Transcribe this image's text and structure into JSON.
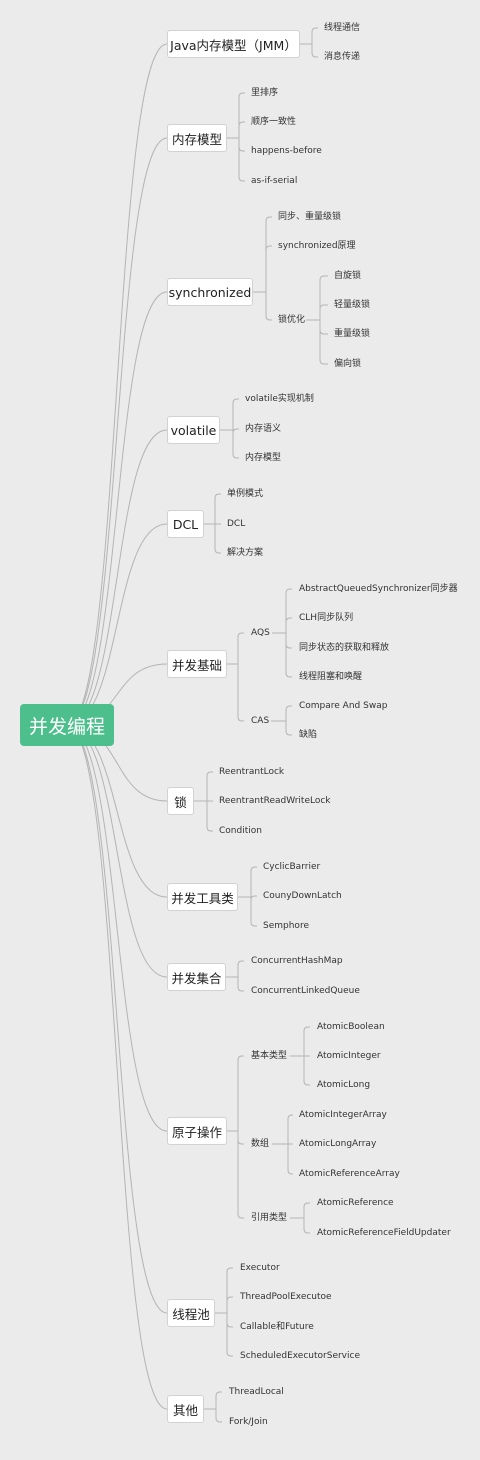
{
  "root": "并发编程",
  "branches": {
    "jmm": {
      "label": "Java内存模型（JMM）",
      "items": [
        "线程通信",
        "消息传递"
      ]
    },
    "memory_model": {
      "label": "内存模型",
      "items": [
        "里排序",
        "顺序一致性",
        "happens-before",
        "as-if-serial"
      ]
    },
    "synchronized": {
      "label": "synchronized",
      "items": [
        "同步、重量级锁",
        "synchronized原理"
      ],
      "lock_opt": {
        "label": "锁优化",
        "items": [
          "自旋锁",
          "轻量级锁",
          "重量级锁",
          "偏向锁"
        ]
      }
    },
    "volatile": {
      "label": "volatile",
      "items": [
        "volatile实现机制",
        "内存语义",
        "内存模型"
      ]
    },
    "dcl": {
      "label": "DCL",
      "items": [
        "单例模式",
        "DCL",
        "解决方案"
      ]
    },
    "concurrency_basics": {
      "label": "并发基础",
      "aqs": {
        "label": "AQS",
        "items": [
          "AbstractQueuedSynchronizer同步器",
          "CLH同步队列",
          "同步状态的获取和释放",
          "线程阻塞和唤醒"
        ]
      },
      "cas": {
        "label": "CAS",
        "items": [
          "Compare And Swap",
          "缺陷"
        ]
      }
    },
    "lock": {
      "label": "锁",
      "items": [
        "ReentrantLock",
        "ReentrantReadWriteLock",
        "Condition"
      ]
    },
    "tools": {
      "label": "并发工具类",
      "items": [
        "CyclicBarrier",
        "CounyDownLatch",
        "Semphore"
      ]
    },
    "collections": {
      "label": "并发集合",
      "items": [
        "ConcurrentHashMap",
        "ConcurrentLinkedQueue"
      ]
    },
    "atomic": {
      "label": "原子操作",
      "basic": {
        "label": "基本类型",
        "items": [
          "AtomicBoolean",
          "AtomicInteger",
          "AtomicLong"
        ]
      },
      "array": {
        "label": "数组",
        "items": [
          "AtomicIntegerArray",
          "AtomicLongArray",
          "AtomicReferenceArray"
        ]
      },
      "ref": {
        "label": "引用类型",
        "items": [
          "AtomicReference",
          "AtomicReferenceFieldUpdater"
        ]
      }
    },
    "threadpool": {
      "label": "线程池",
      "items": [
        "Executor",
        "ThreadPoolExecutoe",
        "Callable和Future",
        "ScheduledExecutorService"
      ]
    },
    "others": {
      "label": "其他",
      "items": [
        "ThreadLocal",
        "Fork/Join"
      ]
    }
  },
  "colors": {
    "root_bg": "#4cbf8c",
    "line": "#b4b4b4",
    "background": "#ebebeb"
  }
}
